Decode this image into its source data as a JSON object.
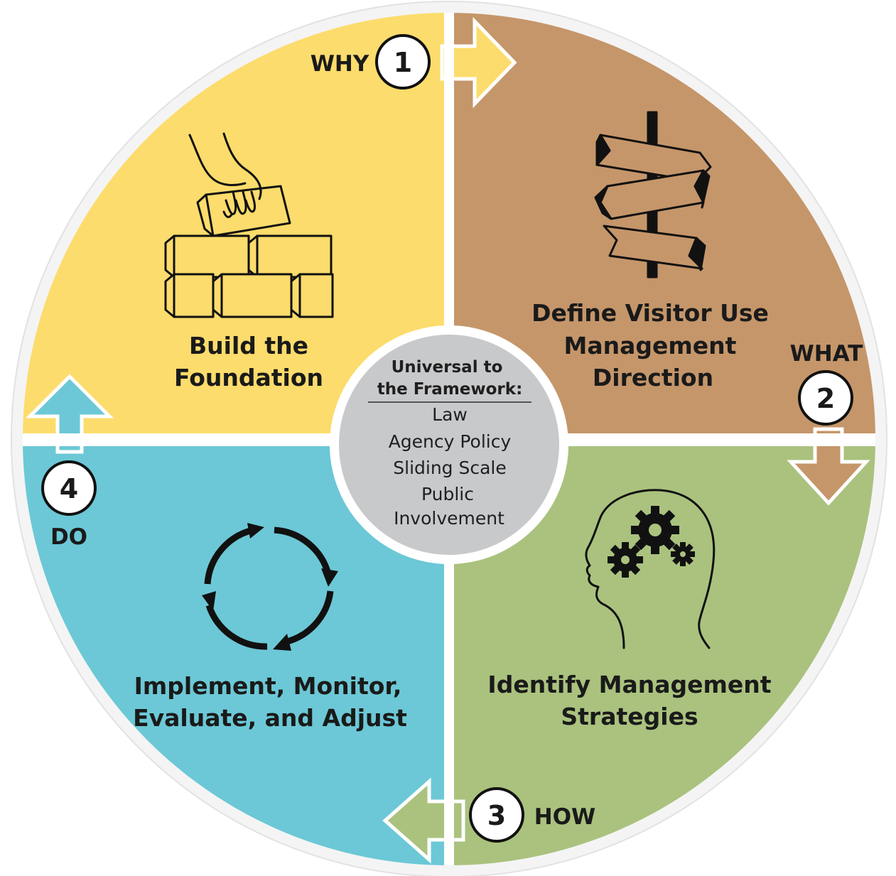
{
  "colors": {
    "why": "#fcdc6c",
    "what": "#c5966a",
    "how": "#aac27e",
    "do": "#6cc8d6",
    "center": "#c8c9cb",
    "ring": "#f4f4f4",
    "ink": "#111111"
  },
  "steps": [
    {
      "number": "1",
      "word": "WHY",
      "title_lines": [
        "Build the",
        "Foundation"
      ],
      "icon": "brick-wall-icon"
    },
    {
      "number": "2",
      "word": "WHAT",
      "title_lines": [
        "Define Visitor Use",
        "Management",
        "Direction"
      ],
      "icon": "signpost-icon"
    },
    {
      "number": "3",
      "word": "HOW",
      "title_lines": [
        "Identify Management",
        "Strategies"
      ],
      "icon": "head-gears-icon"
    },
    {
      "number": "4",
      "word": "DO",
      "title_lines": [
        "Implement, Monitor,",
        "Evaluate, and Adjust"
      ],
      "icon": "cycle-arrows-icon"
    }
  ],
  "center": {
    "heading_lines": [
      "Universal to",
      "the Framework:"
    ],
    "items": [
      "Law",
      "Agency Policy",
      "Sliding Scale",
      "Public",
      "Involvement"
    ]
  }
}
